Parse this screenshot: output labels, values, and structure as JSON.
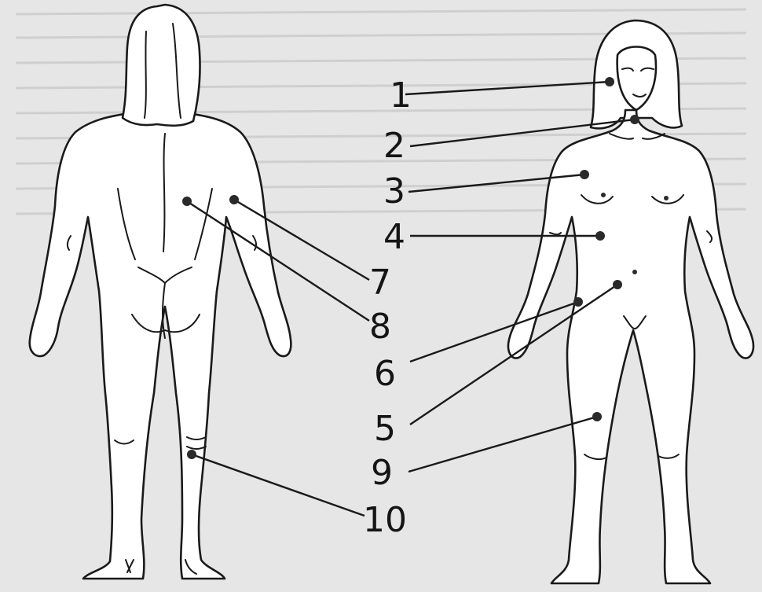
{
  "labels": [
    {
      "id": "1",
      "text": "1"
    },
    {
      "id": "2",
      "text": "2"
    },
    {
      "id": "3",
      "text": "3"
    },
    {
      "id": "4",
      "text": "4"
    },
    {
      "id": "5",
      "text": "5"
    },
    {
      "id": "6",
      "text": "6"
    },
    {
      "id": "7",
      "text": "7"
    },
    {
      "id": "8",
      "text": "8"
    },
    {
      "id": "9",
      "text": "9"
    },
    {
      "id": "10",
      "text": "10"
    }
  ],
  "colors": {
    "background": "#e6e6e6",
    "figure_fill": "#ffffff",
    "line": "#1a1a1a"
  }
}
